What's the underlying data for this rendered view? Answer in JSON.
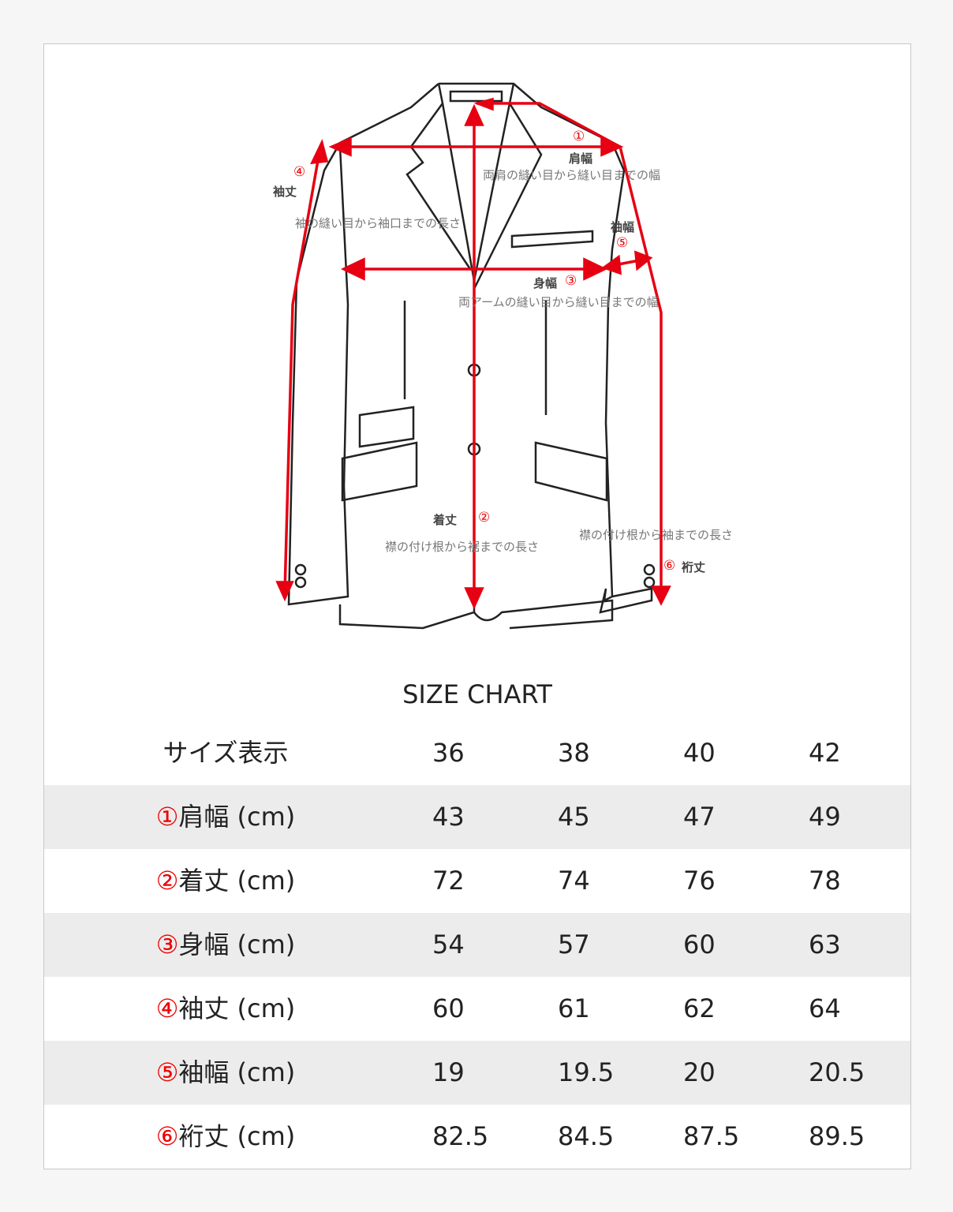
{
  "diagram": {
    "m1": {
      "num": "①",
      "name": "肩幅",
      "desc": "両肩の縫い目から縫い目までの幅"
    },
    "m2": {
      "num": "②",
      "name": "着丈",
      "desc": "襟の付け根から裾までの長さ"
    },
    "m3": {
      "num": "③",
      "name": "身幅",
      "desc": "両アームの縫い目から縫い目までの幅"
    },
    "m4": {
      "num": "④",
      "name": "袖丈",
      "desc": "袖の縫い目から袖口までの長さ"
    },
    "m5": {
      "num": "⑤",
      "name": "袖幅"
    },
    "m6": {
      "num": "⑥",
      "name": "裄丈",
      "desc": "襟の付け根から袖までの長さ"
    },
    "accent": "#e60012"
  },
  "table": {
    "title": "SIZE CHART",
    "header": {
      "label": "サイズ表示",
      "values": [
        "36",
        "38",
        "40",
        "42"
      ]
    },
    "rows": [
      {
        "mark": "①",
        "label": "肩幅 (cm)",
        "values": [
          "43",
          "45",
          "47",
          "49"
        ]
      },
      {
        "mark": "②",
        "label": "着丈 (cm)",
        "values": [
          "72",
          "74",
          "76",
          "78"
        ]
      },
      {
        "mark": "③",
        "label": "身幅 (cm)",
        "values": [
          "54",
          "57",
          "60",
          "63"
        ]
      },
      {
        "mark": "④",
        "label": "袖丈 (cm)",
        "values": [
          "60",
          "61",
          "62",
          "64"
        ]
      },
      {
        "mark": "⑤",
        "label": "袖幅 (cm)",
        "values": [
          "19",
          "19.5",
          "20",
          "20.5"
        ]
      },
      {
        "mark": "⑥",
        "label": "裄丈 (cm)",
        "values": [
          "82.5",
          "84.5",
          "87.5",
          "89.5"
        ]
      }
    ]
  }
}
